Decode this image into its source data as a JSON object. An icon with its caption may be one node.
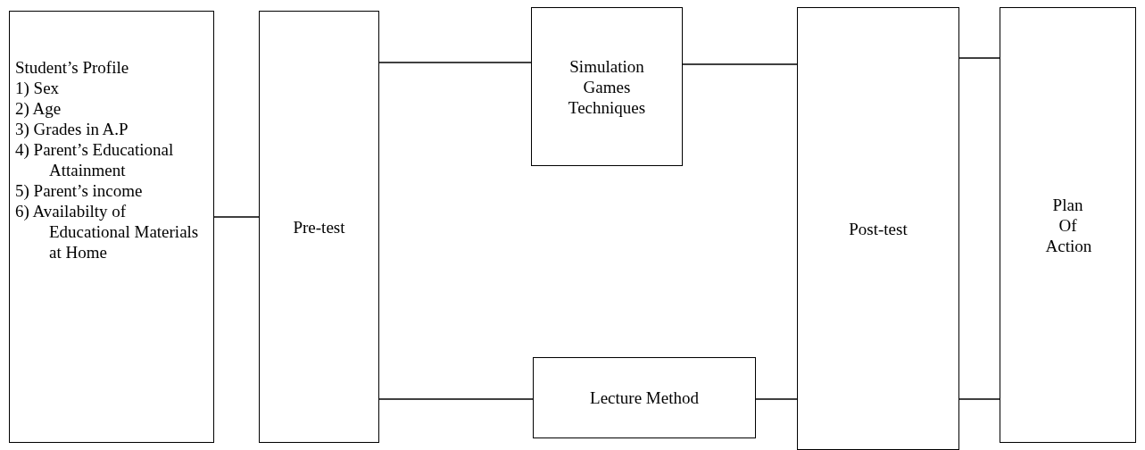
{
  "diagram": {
    "nodes": [
      {
        "text": [
          "Student’s Profile",
          "1) Sex",
          "2) Age",
          "3) Grades in A.P",
          "4) Parent’s Educational Attainment",
          "5) Parent’s income",
          "6) Availabilty of Educational Materials at Home"
        ]
      },
      {
        "text": [
          "Pre-test"
        ]
      },
      {
        "text": [
          "Simulation Games Techniques"
        ]
      },
      {
        "text": [
          "Lecture Method"
        ]
      },
      {
        "text": [
          "Post-test"
        ]
      },
      {
        "text": [
          "Plan Of Action"
        ]
      }
    ],
    "edges": [
      {
        "from": 0,
        "to": 1,
        "arrow": "none"
      },
      {
        "from": 1,
        "to": 2,
        "arrow": "none"
      },
      {
        "from": 1,
        "to": 3,
        "arrow": "none"
      },
      {
        "from": 2,
        "to": 4,
        "arrow": "none"
      },
      {
        "from": 3,
        "to": 4,
        "arrow": "none"
      },
      {
        "from": 4,
        "to": 5,
        "arrow": "none"
      },
      {
        "from": 4,
        "to": 5,
        "arrow": "none"
      }
    ]
  }
}
